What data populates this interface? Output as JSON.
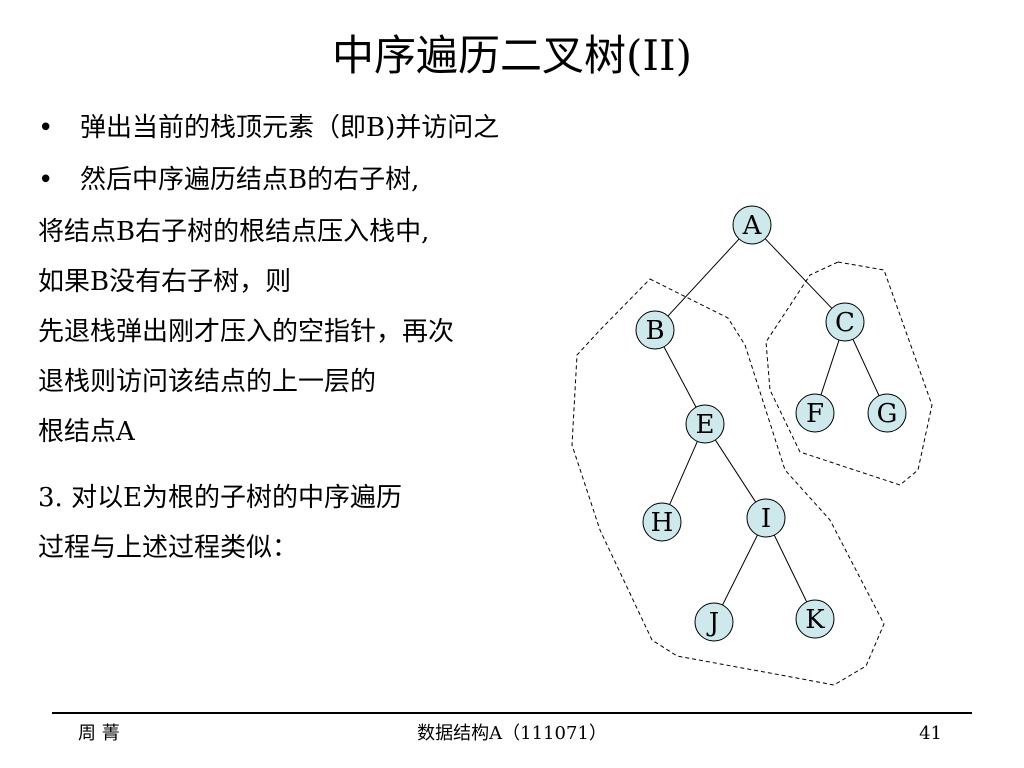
{
  "slide": {
    "title": "中序遍历二叉树(II)",
    "bullets": [
      "弹出当前的栈顶元素（即B)并访问之",
      "然后中序遍历结点B的右子树,"
    ],
    "lines": [
      "将结点B右子树的根结点压入栈中,",
      "如果B没有右子树，则",
      "先退栈弹出刚才压入的空指针，再次",
      "退栈则访问该结点的上一层的",
      "根结点A"
    ],
    "step_lines": [
      "3. 对以E为根的子树的中序遍历",
      "过程与上述过程类似："
    ]
  },
  "tree": {
    "node_fill": "#cde9ec",
    "nodes": [
      {
        "id": "A",
        "label": "A"
      },
      {
        "id": "B",
        "label": "B"
      },
      {
        "id": "C",
        "label": "C"
      },
      {
        "id": "E",
        "label": "E"
      },
      {
        "id": "F",
        "label": "F"
      },
      {
        "id": "G",
        "label": "G"
      },
      {
        "id": "H",
        "label": "H"
      },
      {
        "id": "I",
        "label": "I"
      },
      {
        "id": "J",
        "label": "J"
      },
      {
        "id": "K",
        "label": "K"
      }
    ],
    "edges": [
      [
        "A",
        "B"
      ],
      [
        "A",
        "C"
      ],
      [
        "B",
        "E"
      ],
      [
        "C",
        "F"
      ],
      [
        "C",
        "G"
      ],
      [
        "E",
        "H"
      ],
      [
        "E",
        "I"
      ],
      [
        "I",
        "J"
      ],
      [
        "I",
        "K"
      ]
    ]
  },
  "footer": {
    "author": "周 菁",
    "course": "数据结构A（111071）",
    "page": "41"
  }
}
